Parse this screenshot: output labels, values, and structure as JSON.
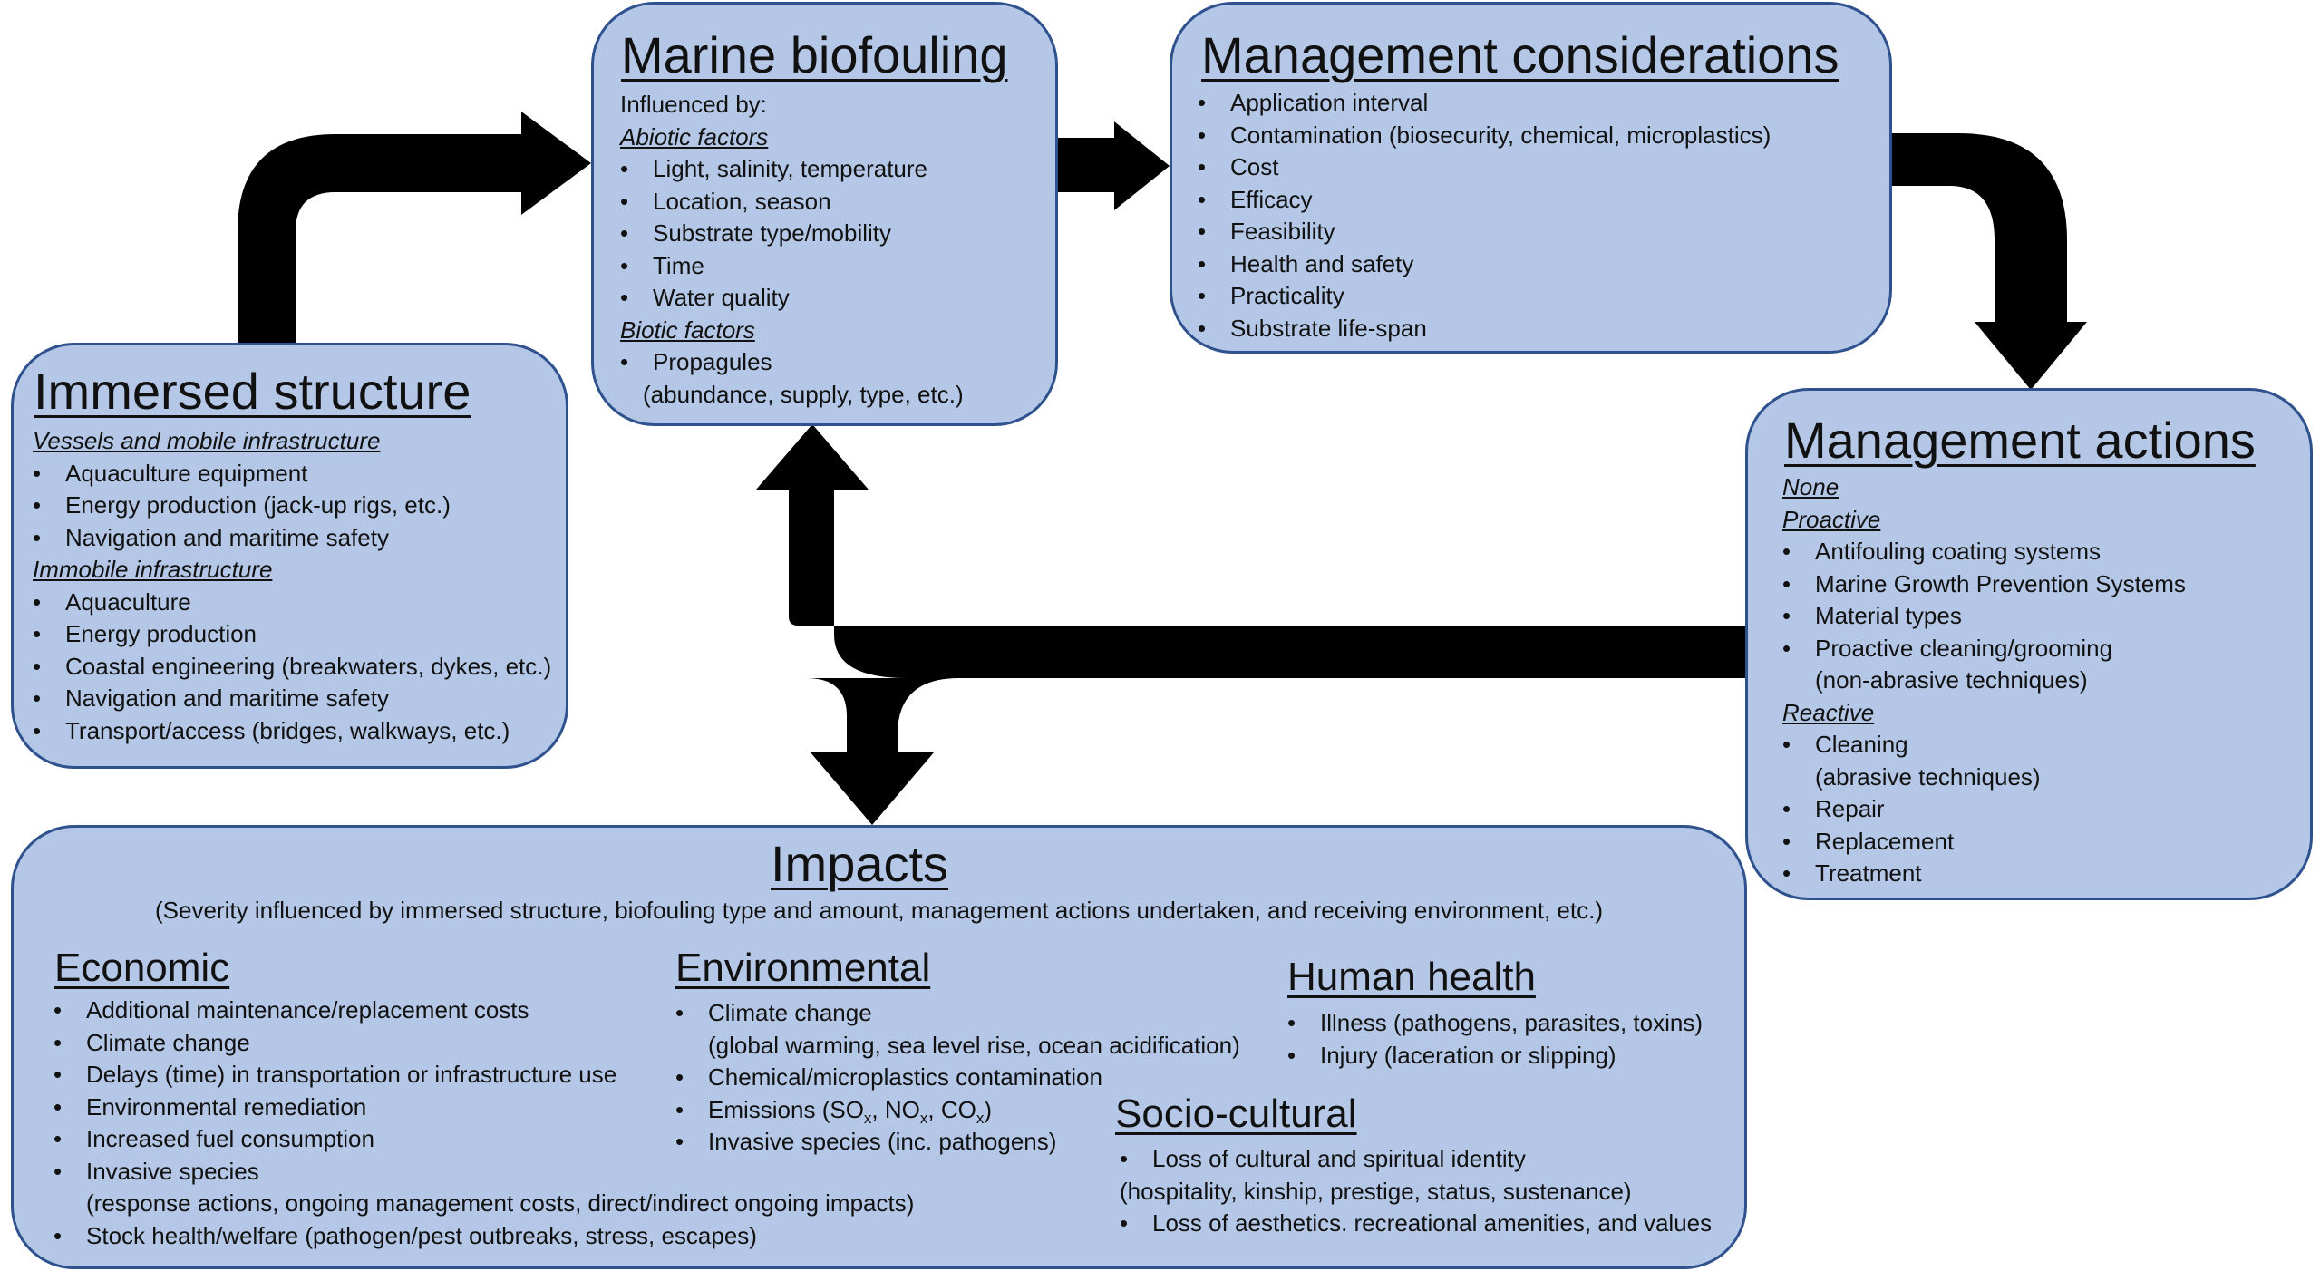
{
  "colors": {
    "box_fill": "#b4c7e7",
    "box_border": "#2f528f",
    "arrow": "#000000"
  },
  "immersed": {
    "title": "Immersed structure",
    "groups": [
      {
        "heading": "Vessels and mobile infrastructure",
        "items": [
          "Aquaculture equipment",
          "Energy production (jack-up rigs, etc.)",
          "Navigation and maritime safety"
        ]
      },
      {
        "heading": "Immobile infrastructure",
        "items": [
          "Aquaculture",
          "Energy production",
          "Coastal engineering (breakwaters, dykes, etc.)",
          "Navigation and maritime safety",
          "Transport/access (bridges, walkways, etc.)"
        ]
      }
    ]
  },
  "biofouling": {
    "title": "Marine biofouling",
    "intro": "Influenced by:",
    "abiotic": {
      "heading": "Abiotic factors",
      "items": [
        "Light, salinity, temperature",
        "Location, season",
        "Substrate type/mobility",
        "Time",
        "Water quality"
      ]
    },
    "biotic": {
      "heading": "Biotic factors",
      "item": "Propagules",
      "item_cont": "(abundance, supply, type, etc.)"
    }
  },
  "considerations": {
    "title": "Management considerations",
    "items": [
      "Application interval",
      "Contamination (biosecurity, chemical, microplastics)",
      "Cost",
      "Efficacy",
      "Feasibility",
      "Health and safety",
      "Practicality",
      "Substrate life-span"
    ]
  },
  "actions": {
    "title": "Management actions",
    "none": "None",
    "proactive": {
      "heading": "Proactive",
      "items": [
        "Antifouling coating systems",
        "Marine Growth Prevention Systems",
        "Material types",
        "Proactive cleaning/grooming"
      ],
      "cont": "(non-abrasive techniques)"
    },
    "reactive": {
      "heading": "Reactive",
      "item1": "Cleaning",
      "item1_cont": "(abrasive techniques)",
      "items": [
        "Repair",
        "Replacement",
        "Treatment"
      ]
    }
  },
  "impacts": {
    "title": "Impacts",
    "note": "(Severity influenced by immersed structure, biofouling type and amount, management actions undertaken, and receiving environment, etc.)",
    "economic": {
      "title": "Economic",
      "items": [
        "Additional maintenance/replacement costs",
        "Climate change",
        "Delays (time) in transportation or infrastructure use",
        "Environmental remediation",
        "Increased fuel consumption",
        "Invasive species"
      ],
      "invasive_cont": "(response actions, ongoing management costs, direct/indirect ongoing impacts)",
      "last": "Stock health/welfare (pathogen/pest outbreaks, stress, escapes)"
    },
    "environmental": {
      "title": "Environmental",
      "item1": "Climate change",
      "item1_cont": "(global warming, sea level rise, ocean acidification)",
      "item2": "Chemical/microplastics contamination",
      "emissions": {
        "prefix": "Emissions (SO",
        "x1": "x",
        "sep1": ", NO",
        "x2": "x",
        "sep2": ", CO",
        "x3": "x",
        "suffix": ")"
      },
      "item4": "Invasive species (inc. pathogens)"
    },
    "human": {
      "title": "Human health",
      "items": [
        "Illness (pathogens, parasites, toxins)",
        "Injury (laceration or slipping)"
      ]
    },
    "socio": {
      "title": "Socio-cultural",
      "item1": "Loss of cultural and spiritual identity",
      "item1_cont": "(hospitality, kinship, prestige, status, sustenance)",
      "item2": "Loss of aesthetics. recreational amenities, and values"
    }
  }
}
